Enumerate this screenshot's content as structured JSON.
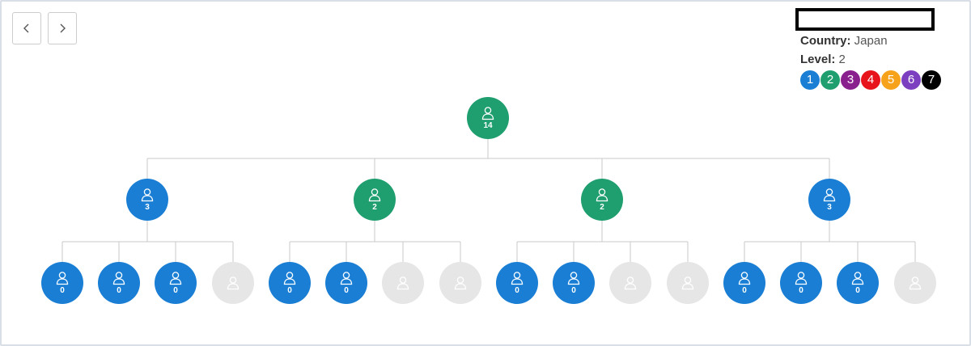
{
  "info": {
    "country_label": "Country:",
    "country_value": "Japan",
    "level_label": "Level:",
    "level_value": "2",
    "legend": [
      {
        "label": "1",
        "color": "#1a7fd4"
      },
      {
        "label": "2",
        "color": "#1f9e6f"
      },
      {
        "label": "3",
        "color": "#8a1f8e"
      },
      {
        "label": "4",
        "color": "#e8141c"
      },
      {
        "label": "5",
        "color": "#f7a21b"
      },
      {
        "label": "6",
        "color": "#7b3fbf"
      },
      {
        "label": "7",
        "color": "#000000"
      }
    ]
  },
  "nav": {
    "prev_icon": "chevron-left-icon",
    "next_icon": "chevron-right-icon"
  },
  "tree": {
    "icon": "user-icon",
    "root": {
      "count": "14",
      "color": "#1f9e6f",
      "children": [
        {
          "count": "3",
          "color": "#1a7fd4",
          "children": [
            {
              "count": "0",
              "color": "#1a7fd4"
            },
            {
              "count": "0",
              "color": "#1a7fd4"
            },
            {
              "count": "0",
              "color": "#1a7fd4"
            },
            {
              "count": null,
              "color": "#e6e6e6"
            }
          ]
        },
        {
          "count": "2",
          "color": "#1f9e6f",
          "children": [
            {
              "count": "0",
              "color": "#1a7fd4"
            },
            {
              "count": "0",
              "color": "#1a7fd4"
            },
            {
              "count": null,
              "color": "#e6e6e6"
            },
            {
              "count": null,
              "color": "#e6e6e6"
            }
          ]
        },
        {
          "count": "2",
          "color": "#1f9e6f",
          "children": [
            {
              "count": "0",
              "color": "#1a7fd4"
            },
            {
              "count": "0",
              "color": "#1a7fd4"
            },
            {
              "count": null,
              "color": "#e6e6e6"
            },
            {
              "count": null,
              "color": "#e6e6e6"
            }
          ]
        },
        {
          "count": "3",
          "color": "#1a7fd4",
          "children": [
            {
              "count": "0",
              "color": "#1a7fd4"
            },
            {
              "count": "0",
              "color": "#1a7fd4"
            },
            {
              "count": "0",
              "color": "#1a7fd4"
            },
            {
              "count": null,
              "color": "#e6e6e6"
            }
          ]
        }
      ]
    }
  }
}
